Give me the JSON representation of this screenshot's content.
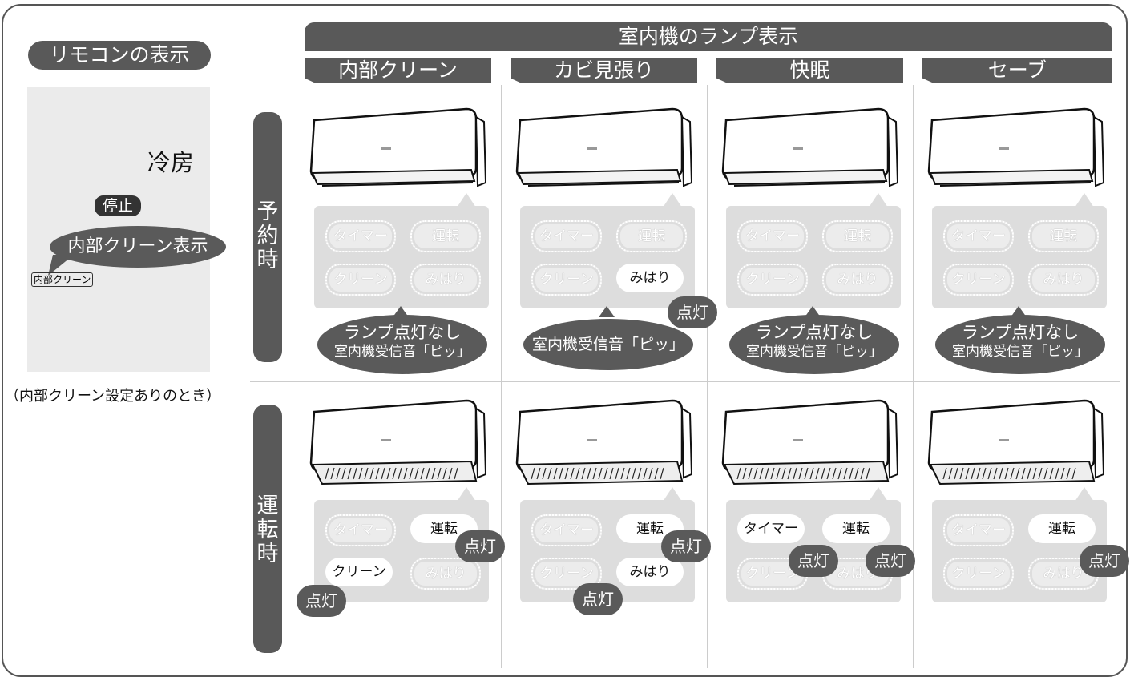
{
  "header": {
    "title": "室内機のランプ表示",
    "columns": [
      "内部クリーン",
      "カビ見張り",
      "快眠",
      "セーブ"
    ]
  },
  "remote": {
    "title": "リモコンの表示",
    "mode": "冷房",
    "stop": "停止",
    "clean_callout": "内部クリーン表示",
    "clean_indicator": "内部クリーン",
    "caption": "（内部クリーン設定ありのとき）"
  },
  "rows": {
    "reserved": "予約時",
    "running": "運転時"
  },
  "lamp_labels": {
    "timer": "タイマー",
    "run": "運転",
    "clean": "クリーン",
    "watch": "みはり"
  },
  "badge_text": "点灯",
  "reserved_notes": {
    "no_lamp": "ランプ点灯なし",
    "beep": "室内機受信音「ピッ」"
  },
  "states": {
    "reserved": [
      {
        "timer": false,
        "run": false,
        "clean": false,
        "watch": false
      },
      {
        "timer": false,
        "run": false,
        "clean": false,
        "watch": true
      },
      {
        "timer": false,
        "run": false,
        "clean": false,
        "watch": false
      },
      {
        "timer": false,
        "run": false,
        "clean": false,
        "watch": false
      }
    ],
    "running": [
      {
        "timer": false,
        "run": true,
        "clean": true,
        "watch": false
      },
      {
        "timer": false,
        "run": true,
        "clean": false,
        "watch": true
      },
      {
        "timer": true,
        "run": true,
        "clean": false,
        "watch": false
      },
      {
        "timer": false,
        "run": true,
        "clean": false,
        "watch": false
      }
    ]
  },
  "colors": {
    "dark": "#595959",
    "panel": "#dddddd",
    "lamp_off": "#ececec",
    "lamp_on": "#ffffff"
  }
}
